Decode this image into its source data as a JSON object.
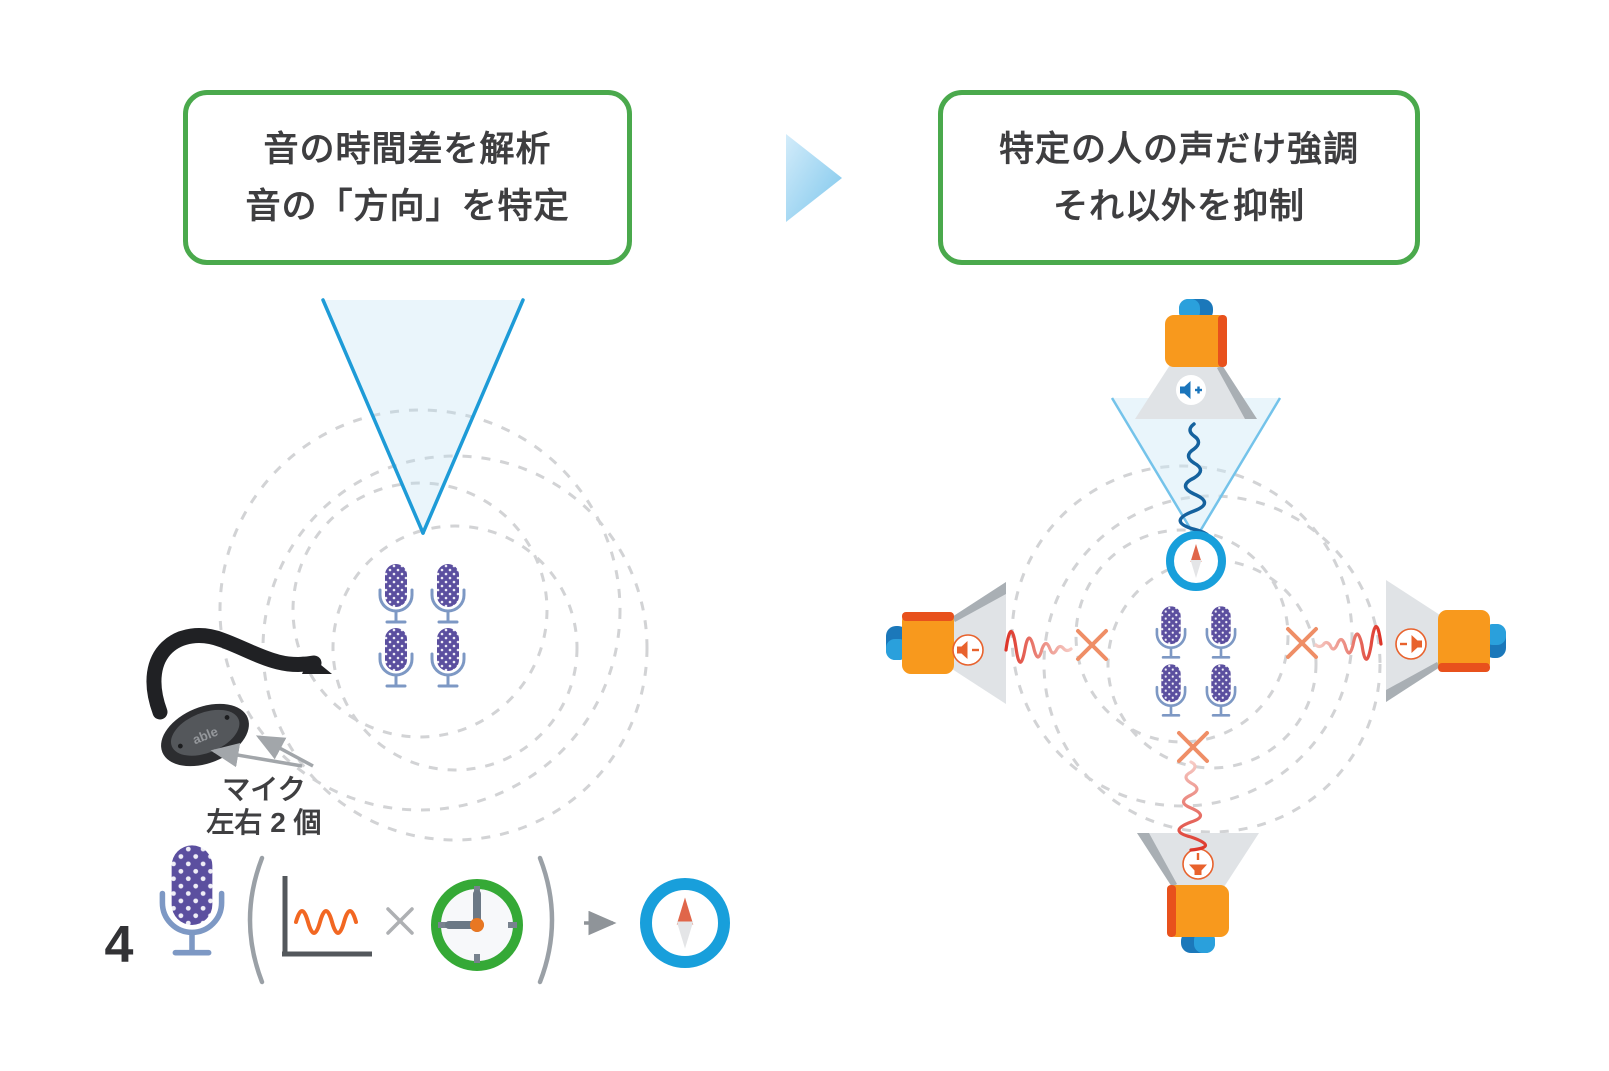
{
  "left_panel": {
    "caption": {
      "line1": "音の時間差を解析",
      "line2": "音の「方向」を特定"
    },
    "mic_note": {
      "line1": "マイク",
      "line2": "左右 2 個"
    },
    "earpiece_brand": "able",
    "formula": {
      "mic_count": "4"
    }
  },
  "right_panel": {
    "caption": {
      "line1": "特定の人の声だけ強調",
      "line2": "それ以外を抑制"
    }
  },
  "icons": {
    "microphone": "microphone-icon",
    "waveform_chart": "waveform-chart-icon",
    "clock": "clock-icon",
    "compass": "compass-icon",
    "flow_arrow": "flow-arrow-icon",
    "megaphone": "megaphone-icon",
    "speaker_plus": "speaker-plus-icon",
    "speaker_minus": "speaker-minus-icon",
    "x_mark": "x-mark-icon",
    "earpiece": "earpiece-image"
  },
  "colors": {
    "box_border": "#4aa94c",
    "text": "#3e3e40",
    "cone_blue": "#1e9bd7",
    "cone_fill": "#cfe8f6",
    "dashed_circle": "#d2d3d5",
    "mic_purple": "#5b4f9f",
    "mic_stand": "#7d98c4",
    "wave_orange": "#f26722",
    "wave_red": "#de352b",
    "wave_blue": "#15629e",
    "clock_green": "#35a936",
    "compass_blue": "#189fdb",
    "needle_orange": "#e0664a",
    "megaphone_orange": "#f8991d",
    "megaphone_stripe": "#e8511c",
    "megaphone_horn": "#e0e3e6",
    "megaphone_cap": "#2aa0dc",
    "x_mark": "#ef8e66",
    "flow_arrow_blue": "#8fccee"
  }
}
